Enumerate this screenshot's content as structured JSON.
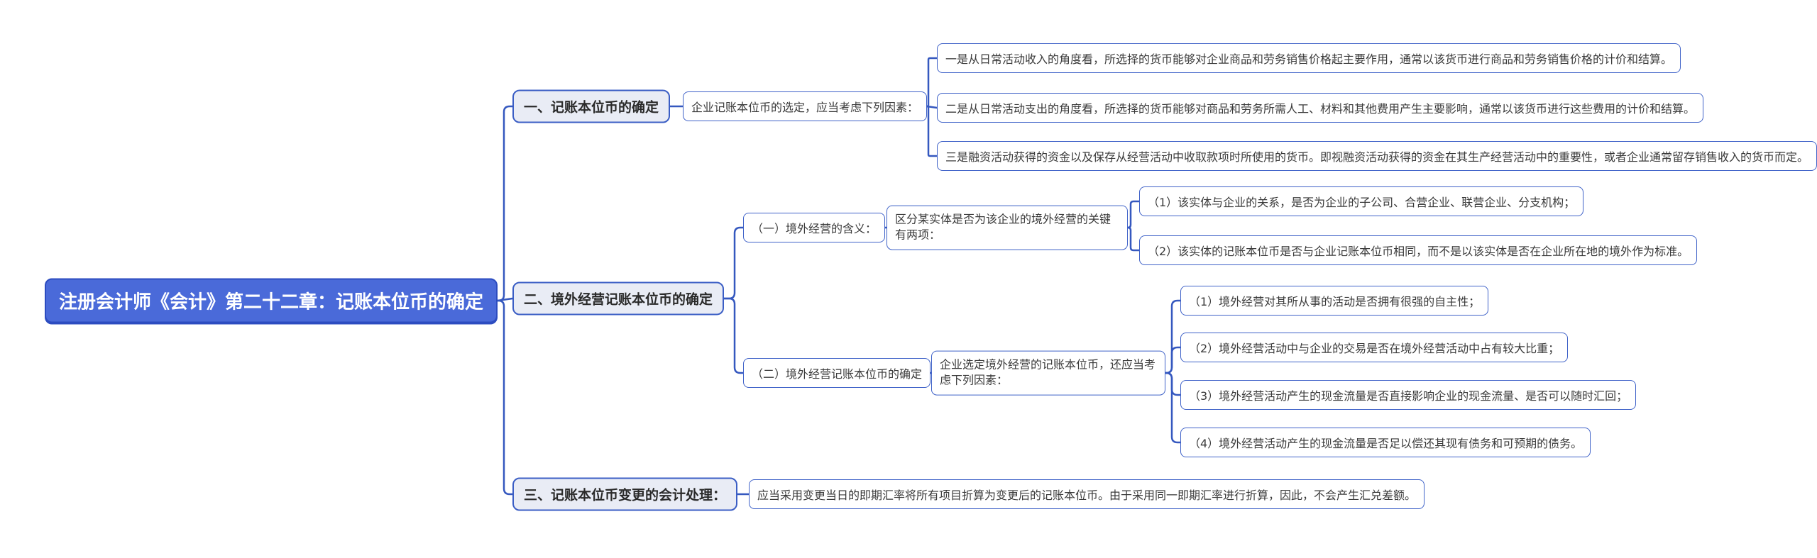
{
  "root": {
    "label": "注册会计师《会计》第二十二章：记账本位币的确定"
  },
  "branches": [
    {
      "label": "一、记账本位币的确定",
      "note": "企业记账本位币的选定，应当考虑下列因素：",
      "items": [
        "一是从日常活动收入的角度看，所选择的货币能够对企业商品和劳务销售价格起主要作用，通常以该货币进行商品和劳务销售价格的计价和结算。",
        "二是从日常活动支出的角度看，所选择的货币能够对商品和劳务所需人工、材料和其他费用产生主要影响，通常以该货币进行这些费用的计价和结算。",
        "三是融资活动获得的资金以及保存从经营活动中收取款项时所使用的货币。即视融资活动获得的资金在其生产经营活动中的重要性，或者企业通常留存销售收入的货币而定。"
      ]
    },
    {
      "label": "二、境外经营记账本位币的确定",
      "sections": [
        {
          "label": "（一）境外经营的含义：",
          "note": "区分某实体是否为该企业的境外经营的关键有两项：",
          "items": [
            "（1）该实体与企业的关系，是否为企业的子公司、合营企业、联营企业、分支机构；",
            "（2）该实体的记账本位币是否与企业记账本位币相同，而不是以该实体是否在企业所在地的境外作为标准。"
          ]
        },
        {
          "label": "（二）境外经营记账本位币的确定",
          "note": "企业选定境外经营的记账本位币，还应当考虑下列因素：",
          "items": [
            "（1）境外经营对其所从事的活动是否拥有很强的自主性；",
            "（2）境外经营活动中与企业的交易是否在境外经营活动中占有较大比重；",
            "（3）境外经营活动产生的现金流量是否直接影响企业的现金流量、是否可以随时汇回；",
            "（4）境外经营活动产生的现金流量是否足以偿还其现有债务和可预期的债务。"
          ]
        }
      ]
    },
    {
      "label": "三、记账本位币变更的会计处理：",
      "note": "应当采用变更当日的即期汇率将所有项目折算为变更后的记账本位币。由于采用同一即期汇率进行折算，因此，不会产生汇兑差额。"
    }
  ],
  "colors": {
    "root_fill": "#4a6ad9",
    "root_border": "#2c4cc0",
    "branch_fill": "#e9ecf5",
    "node_border": "#3f62c8",
    "connector": "#3558bf",
    "text_dark": "#3a3a3a",
    "text_on_root": "#ffffff",
    "background": "#ffffff"
  }
}
